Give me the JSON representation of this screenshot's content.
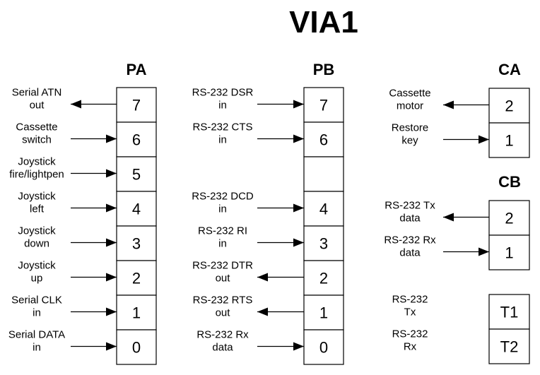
{
  "title": "VIA1",
  "ports": {
    "pa": {
      "label": "PA",
      "bits": [
        "7",
        "6",
        "5",
        "4",
        "3",
        "2",
        "1",
        "0"
      ],
      "signals": [
        {
          "lines": [
            "Serial ATN",
            "out"
          ],
          "dir": "out"
        },
        {
          "lines": [
            "Cassette",
            "switch"
          ],
          "dir": "in"
        },
        {
          "lines": [
            "Joystick",
            "fire/lightpen"
          ],
          "dir": "in"
        },
        {
          "lines": [
            "Joystick",
            "left"
          ],
          "dir": "in"
        },
        {
          "lines": [
            "Joystick",
            "down"
          ],
          "dir": "in"
        },
        {
          "lines": [
            "Joystick",
            "up"
          ],
          "dir": "in"
        },
        {
          "lines": [
            "Serial CLK",
            "in"
          ],
          "dir": "in"
        },
        {
          "lines": [
            "Serial DATA",
            "in"
          ],
          "dir": "in"
        }
      ]
    },
    "pb": {
      "label": "PB",
      "bits": [
        "7",
        "6",
        "",
        "4",
        "3",
        "2",
        "1",
        "0"
      ],
      "signals": [
        {
          "lines": [
            "RS-232 DSR",
            "in"
          ],
          "dir": "in"
        },
        {
          "lines": [
            "RS-232 CTS",
            "in"
          ],
          "dir": "in"
        },
        null,
        {
          "lines": [
            "RS-232 DCD",
            "in"
          ],
          "dir": "in"
        },
        {
          "lines": [
            "RS-232 RI",
            "in"
          ],
          "dir": "in"
        },
        {
          "lines": [
            "RS-232 DTR",
            "out"
          ],
          "dir": "out"
        },
        {
          "lines": [
            "RS-232 RTS",
            "out"
          ],
          "dir": "out"
        },
        {
          "lines": [
            "RS-232 Rx",
            "data"
          ],
          "dir": "in"
        }
      ]
    },
    "ca": {
      "label": "CA",
      "bits": [
        "2",
        "1"
      ],
      "signals": [
        {
          "lines": [
            "Cassette",
            "motor"
          ],
          "dir": "out"
        },
        {
          "lines": [
            "Restore",
            "key"
          ],
          "dir": "in"
        }
      ]
    },
    "cb": {
      "label": "CB",
      "bits": [
        "2",
        "1"
      ],
      "signals": [
        {
          "lines": [
            "RS-232 Tx",
            "data"
          ],
          "dir": "out"
        },
        {
          "lines": [
            "RS-232 Rx",
            "data"
          ],
          "dir": "in"
        }
      ]
    },
    "timers": {
      "bits": [
        "T1",
        "T2"
      ],
      "signals": [
        {
          "lines": [
            "RS-232",
            "Tx"
          ],
          "dir": "none"
        },
        {
          "lines": [
            "RS-232",
            "Rx"
          ],
          "dir": "none"
        }
      ]
    }
  }
}
